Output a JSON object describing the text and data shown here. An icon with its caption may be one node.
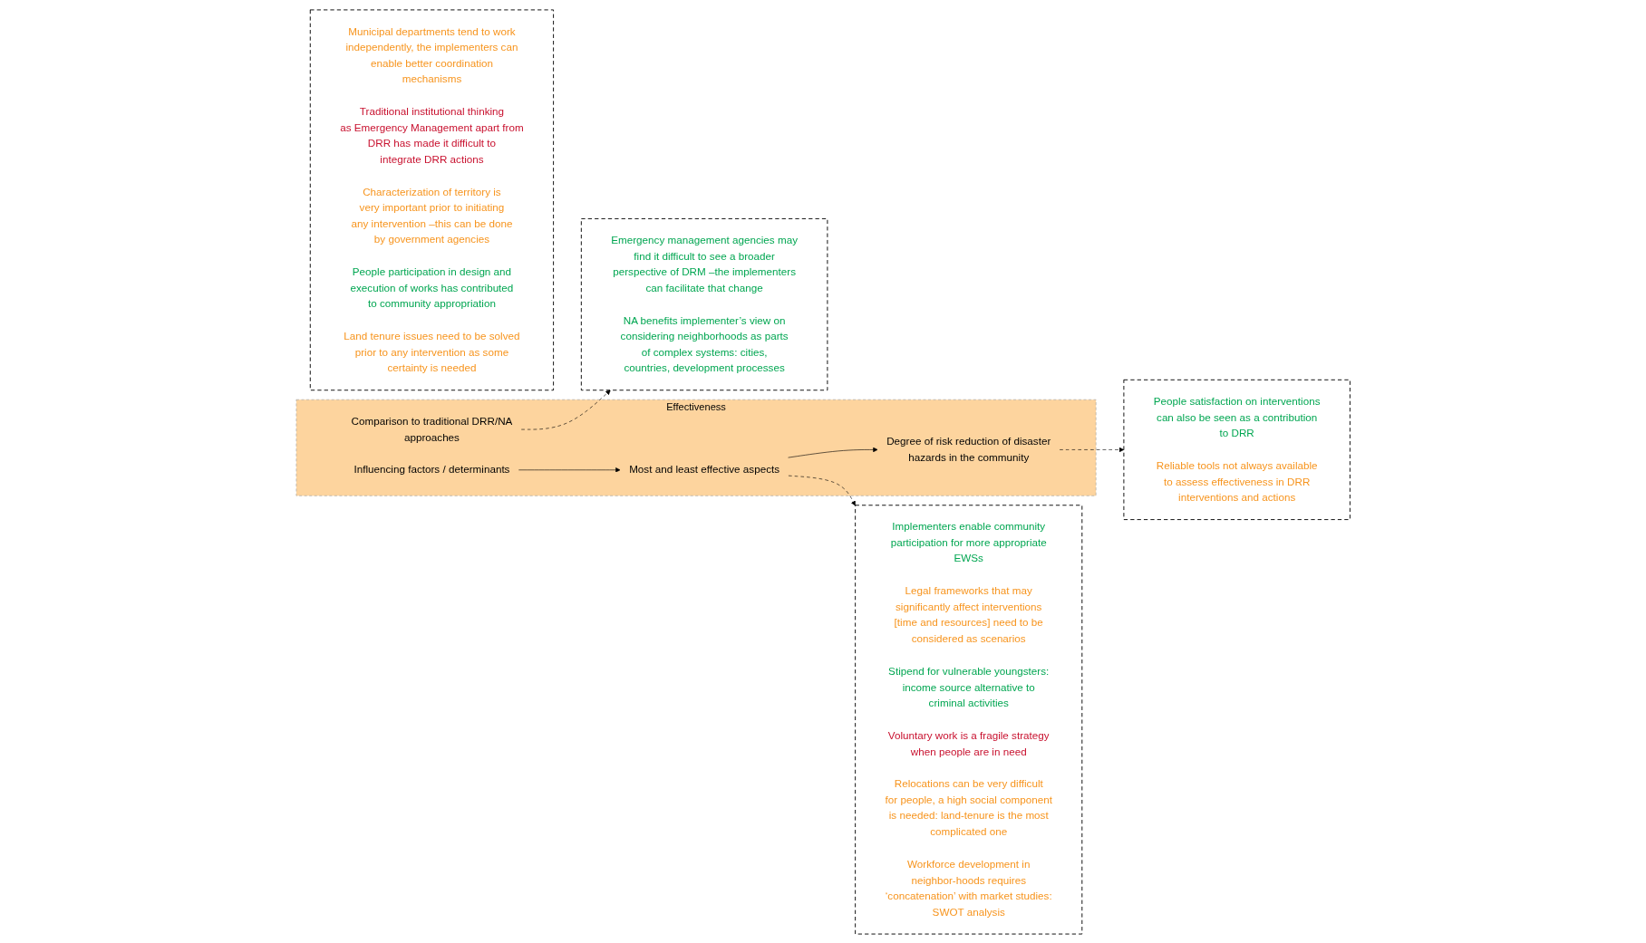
{
  "diagram": {
    "nodes": [
      {
        "text": [],
        "shape": "box"
      },
      {
        "text": [
          "People satisfaction on interventions can also be seen as a contribution to DRR"
        ],
        "in": 0
      },
      {
        "text": [
          "Reliable tools not always available to assess effectiveness in DRR interventions and actions"
        ],
        "in": 0
      },
      {
        "text": [],
        "shape": "box"
      },
      {
        "text": [
          "Implementers enable community participation for more appropriate EWSs"
        ],
        "in": 3
      },
      {
        "text": [
          "Legal frameworks that may significantly affect interventions [time and resources] need to be considered as scenarios"
        ],
        "in": 3
      },
      {
        "text": [
          "Stipend for vulnerable youngsters: income source alternative to criminal activities"
        ],
        "in": 3
      },
      {
        "text": [
          "Voluntary work is a fragile strategy when people are in need"
        ],
        "in": 3
      },
      {
        "text": [
          "Relocations can be very difficult for people, a high social component is needed: land-tenure is the most complicated one"
        ],
        "in": 3
      },
      {
        "text": [
          "Workforce development in neighbor-hoods requires ‘concatenation’ with market studies: SWOT analysis"
        ],
        "in": 3
      },
      {
        "text": [
          "Effectiveness"
        ]
      },
      {
        "text": [
          "Degree of risk reduction of disaster hazards in the community"
        ],
        "in": 10
      },
      {
        "text": [
          "Most and least effective aspects"
        ],
        "in": 10
      },
      {
        "text": [
          "Influencing factors / determinants"
        ],
        "in": 10
      },
      {
        "text": [
          "Comparison to traditional DRR/NA approaches"
        ],
        "in": 10
      },
      {
        "text": [],
        "shape": "box"
      },
      {
        "text": [
          "Emergency management agencies may find it difficult to see a broader perspective of DRM –the implementers can facilitate that change"
        ],
        "in": 15
      },
      {
        "text": [
          "NA benefits implementer’s view on considering neighborhoods as parts of complex systems: cities, countries, development processes"
        ],
        "in": 15
      },
      {
        "text": [],
        "shape": "box"
      },
      {
        "text": [
          "Municipal departments tend to work independently, the implementers can enable better coordination mechanisms"
        ],
        "in": 18
      },
      {
        "text": [
          "Traditional institutional thinking as Emergency Management apart from DRR has made it difficult to integrate DRR actions"
        ],
        "in": 18
      },
      {
        "text": [
          "Characterization of territory is very important prior to initiating any intervention –this can be done by government agencies"
        ],
        "in": 18
      },
      {
        "text": [
          "People participation in design and execution of works has contributed to community appropriation"
        ],
        "in": 18
      },
      {
        "text": [
          "Land tenure issues need to be solved prior to any intervention as some certainty is needed"
        ],
        "in": 18
      }
    ],
    "edges": [
      {
        "from": 11,
        "to": 0,
        "arrow": "to",
        "style": "dashed"
      },
      {
        "from": 12,
        "to": 3,
        "arrow": "to",
        "style": "dashed"
      },
      {
        "from": 14,
        "to": 15,
        "arrow": "to",
        "style": "dashed"
      },
      {
        "from": 13,
        "to": 12,
        "arrow": "to"
      },
      {
        "from": 12,
        "to": 11,
        "arrow": "to"
      }
    ]
  }
}
